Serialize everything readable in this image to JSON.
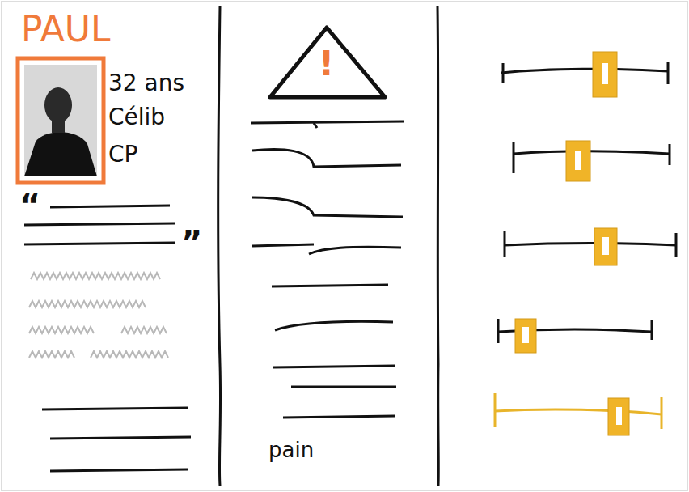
{
  "diagram": {
    "title": "PAUL",
    "labels": [
      "32 ans",
      "Célib",
      "CP",
      "“",
      "”",
      "!",
      "pain"
    ]
  }
}
